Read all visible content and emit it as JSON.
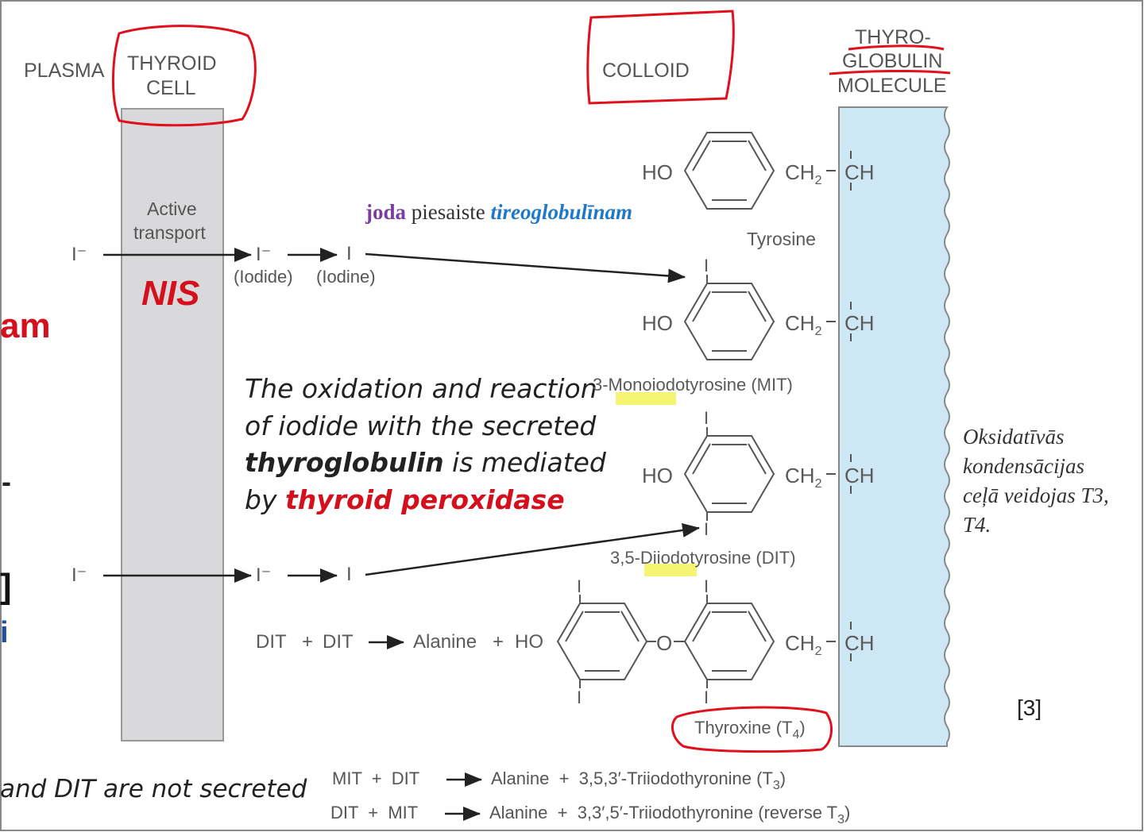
{
  "headers": {
    "plasma": "PLASMA",
    "thyroid_cell_line1": "THYROID",
    "thyroid_cell_line2": "CELL",
    "colloid": "COLLOID",
    "thyroglobulin_line1": "THYRO-",
    "thyroglobulin_line2": "GLOBULIN",
    "thyroglobulin_line3": "MOLECULE"
  },
  "cell": {
    "transport_line1": "Active",
    "transport_line2": "transport",
    "nis": "NIS"
  },
  "ions": {
    "iodide_symbol": "I⁻",
    "iodine_symbol": "I",
    "iodide_label": "(Iodide)",
    "iodine_label": "(Iodine)"
  },
  "annotation_latvian": {
    "word1": "joda",
    "word2": "piesaiste",
    "word3": "tireoglobulīnam"
  },
  "note": {
    "line1": "The oxidation and reaction",
    "line2": "of iodide with the secreted",
    "line3_bold": "thyroglobulin",
    "line3_rest": " is mediated",
    "line4_pre": "by ",
    "line4_red": "thyroid peroxidase"
  },
  "molecules": {
    "ho": "HO",
    "ch2": "CH",
    "ch2_sub": "2",
    "ch": "CH",
    "iodine_atom": "I",
    "oxygen": "O",
    "tyrosine": "Tyrosine",
    "mit": "3-Monoiodotyrosine (MIT)",
    "dit": "3,5-Diiodotyrosine (DIT)",
    "thyroxine": "Thyroxine (T",
    "thyroxine_sub": "4",
    "thyroxine_end": ")"
  },
  "reaction_dit": {
    "dit1": "DIT",
    "plus1": "+",
    "dit2": "DIT",
    "alanine": "Alanine",
    "plus2": "+",
    "ho": "HO"
  },
  "reaction_t3": {
    "left": "MIT  +  DIT",
    "right": "Alanine  +  3,5,3′-Triiodothyronine (T",
    "sub": "3",
    "end": ")"
  },
  "reaction_rt3": {
    "left": "DIT  +  MIT",
    "right": "Alanine  +  3,3′,5′-Triiodothyronine (reverse T",
    "sub": "3",
    "end": ")"
  },
  "side_note_latvian": {
    "line1": "Oksidatīvās",
    "line2": "kondensācijas",
    "line3": "ceļā veidojas T3,",
    "line4": "T4."
  },
  "citation": "[3]",
  "cropped_left": {
    "am": "am",
    "dash": "-",
    "bracket": "]",
    "i_glyph": "i",
    "bottom": "and DIT are not secreted"
  },
  "colors": {
    "annotation_red": "#e0101c",
    "nis_red": "#d4101c",
    "cell_gray": "#d9d9db",
    "thyroglobulin_blue": "#cde7f5",
    "latvian_purple": "#7a3ea0",
    "latvian_blue": "#1f78c8",
    "highlight_yellow": "#f4f35a"
  }
}
